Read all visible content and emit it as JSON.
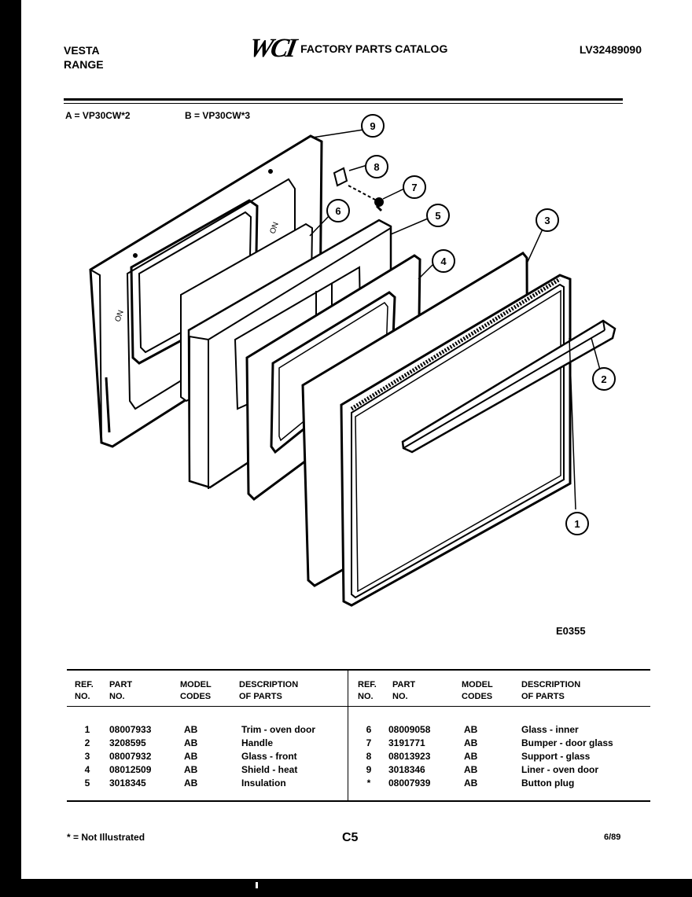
{
  "header": {
    "brand": "VESTA",
    "product": "RANGE",
    "logo": "WCI",
    "catalog_title": "FACTORY PARTS CATALOG",
    "catalog_number": "LV32489090"
  },
  "models": {
    "a": "A = VP30CW*2",
    "b": "B = VP30CW*3"
  },
  "figure_code": "E0355",
  "callouts": [
    "1",
    "2",
    "3",
    "4",
    "5",
    "6",
    "7",
    "8",
    "9"
  ],
  "table": {
    "headers": {
      "ref": [
        "REF.",
        "NO."
      ],
      "part": [
        "PART",
        "NO."
      ],
      "model": [
        "MODEL",
        "CODES"
      ],
      "desc": [
        "DESCRIPTION",
        "OF PARTS"
      ]
    },
    "left_rows": [
      {
        "ref": "1",
        "part": "08007933",
        "codes": "AB",
        "desc": "Trim - oven door"
      },
      {
        "ref": "2",
        "part": "3208595",
        "codes": "AB",
        "desc": "Handle"
      },
      {
        "ref": "3",
        "part": "08007932",
        "codes": "AB",
        "desc": "Glass - front"
      },
      {
        "ref": "4",
        "part": "08012509",
        "codes": "AB",
        "desc": "Shield - heat"
      },
      {
        "ref": "5",
        "part": "3018345",
        "codes": "AB",
        "desc": "Insulation"
      }
    ],
    "right_rows": [
      {
        "ref": "6",
        "part": "08009058",
        "codes": "AB",
        "desc": "Glass - inner"
      },
      {
        "ref": "7",
        "part": "3191771",
        "codes": "AB",
        "desc": "Bumper - door glass"
      },
      {
        "ref": "8",
        "part": "08013923",
        "codes": "AB",
        "desc": "Support - glass"
      },
      {
        "ref": "9",
        "part": "3018346",
        "codes": "AB",
        "desc": "Liner - oven door"
      },
      {
        "ref": "*",
        "part": "08007939",
        "codes": "AB",
        "desc": "Button plug"
      }
    ]
  },
  "footer": {
    "note": "* = Not Illustrated",
    "page": "C5",
    "date": "6/89"
  }
}
